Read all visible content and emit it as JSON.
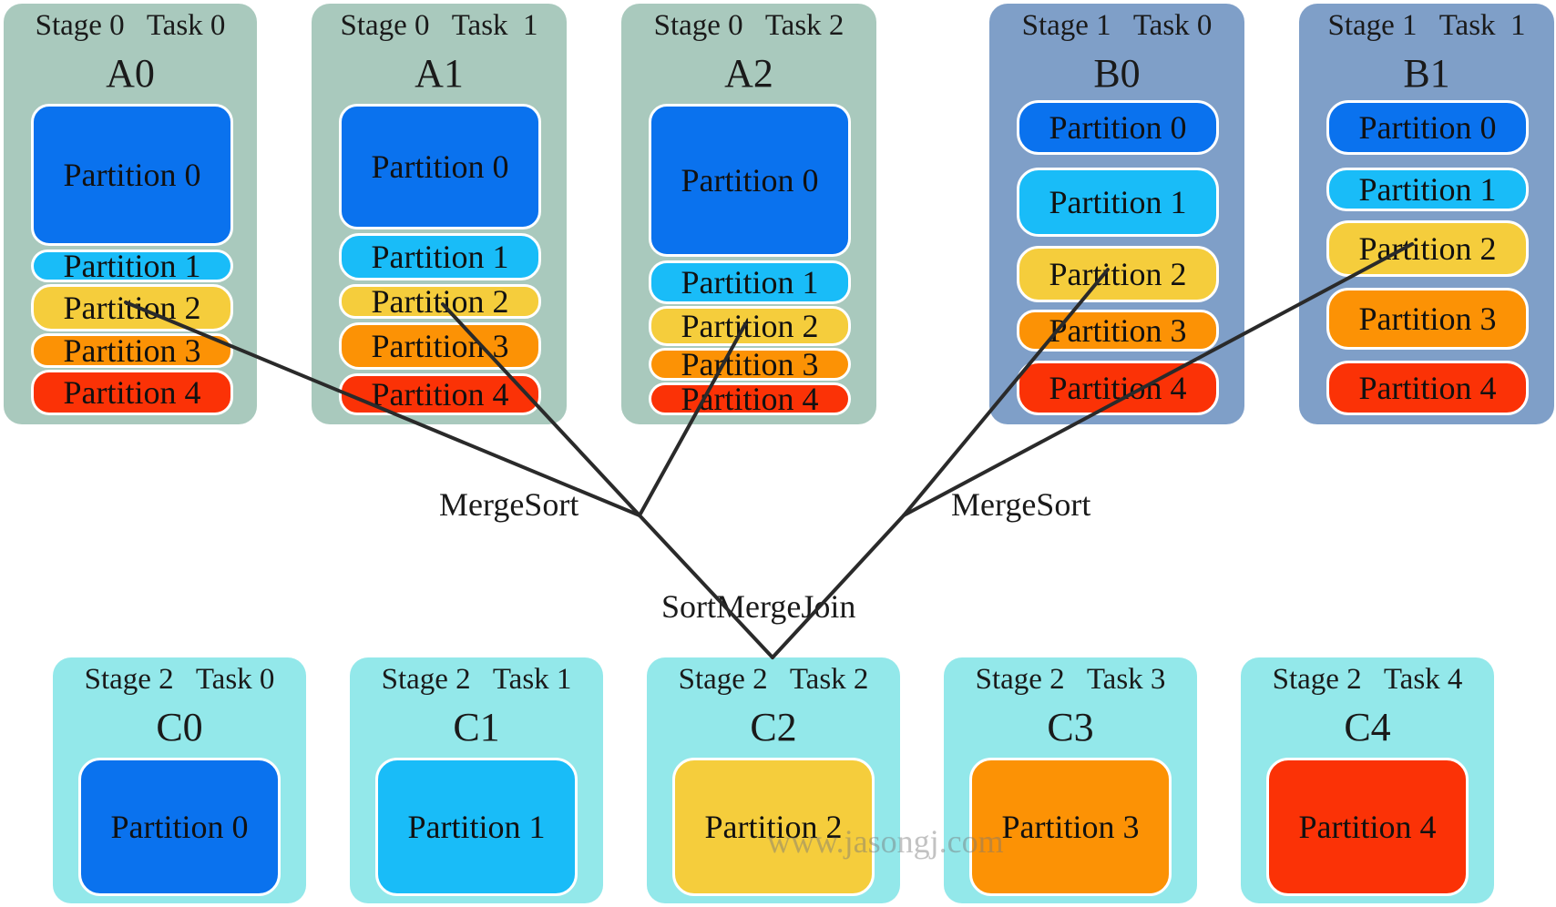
{
  "colors": {
    "stage0_bg": "#a9c9bd",
    "stage1_bg": "#7f9fc8",
    "stage2_bg": "#93e8ea",
    "p0": "#0a72ee",
    "p1": "#19bcf8",
    "p2": "#f5cd3c",
    "p3": "#fc9205",
    "p4": "#fb3206",
    "line": "#2a2a2a"
  },
  "stage0_tasks": [
    {
      "header": "Stage 0   Task 0",
      "name": "A0",
      "partitions": [
        "Partition 0",
        "Partition 1",
        "Partition 2",
        "Partition 3",
        "Partition 4"
      ]
    },
    {
      "header": "Stage 0   Task  1",
      "name": "A1",
      "partitions": [
        "Partition 0",
        "Partition 1",
        "Partition 2",
        "Partition 3",
        "Partition 4"
      ]
    },
    {
      "header": "Stage 0   Task 2",
      "name": "A2",
      "partitions": [
        "Partition 0",
        "Partition 1",
        "Partition 2",
        "Partition 3",
        "Partition 4"
      ]
    }
  ],
  "stage1_tasks": [
    {
      "header": "Stage 1   Task 0",
      "name": "B0",
      "partitions": [
        "Partition 0",
        "Partition 1",
        "Partition 2",
        "Partition 3",
        "Partition 4"
      ]
    },
    {
      "header": "Stage 1   Task  1",
      "name": "B1",
      "partitions": [
        "Partition 0",
        "Partition 1",
        "Partition 2",
        "Partition 3",
        "Partition 4"
      ]
    }
  ],
  "stage2_tasks": [
    {
      "header": "Stage 2   Task 0",
      "name": "C0",
      "partition": "Partition 0",
      "color_key": "p0"
    },
    {
      "header": "Stage 2   Task 1",
      "name": "C1",
      "partition": "Partition 1",
      "color_key": "p1"
    },
    {
      "header": "Stage 2   Task 2",
      "name": "C2",
      "partition": "Partition 2",
      "color_key": "p2"
    },
    {
      "header": "Stage 2   Task 3",
      "name": "C3",
      "partition": "Partition 3",
      "color_key": "p3"
    },
    {
      "header": "Stage 2   Task 4",
      "name": "C4",
      "partition": "Partition 4",
      "color_key": "p4"
    }
  ],
  "operators": {
    "left_merge": "MergeSort",
    "right_merge": "MergeSort",
    "join": "SortMergeJoin"
  },
  "watermark": "www.jasongj.com"
}
